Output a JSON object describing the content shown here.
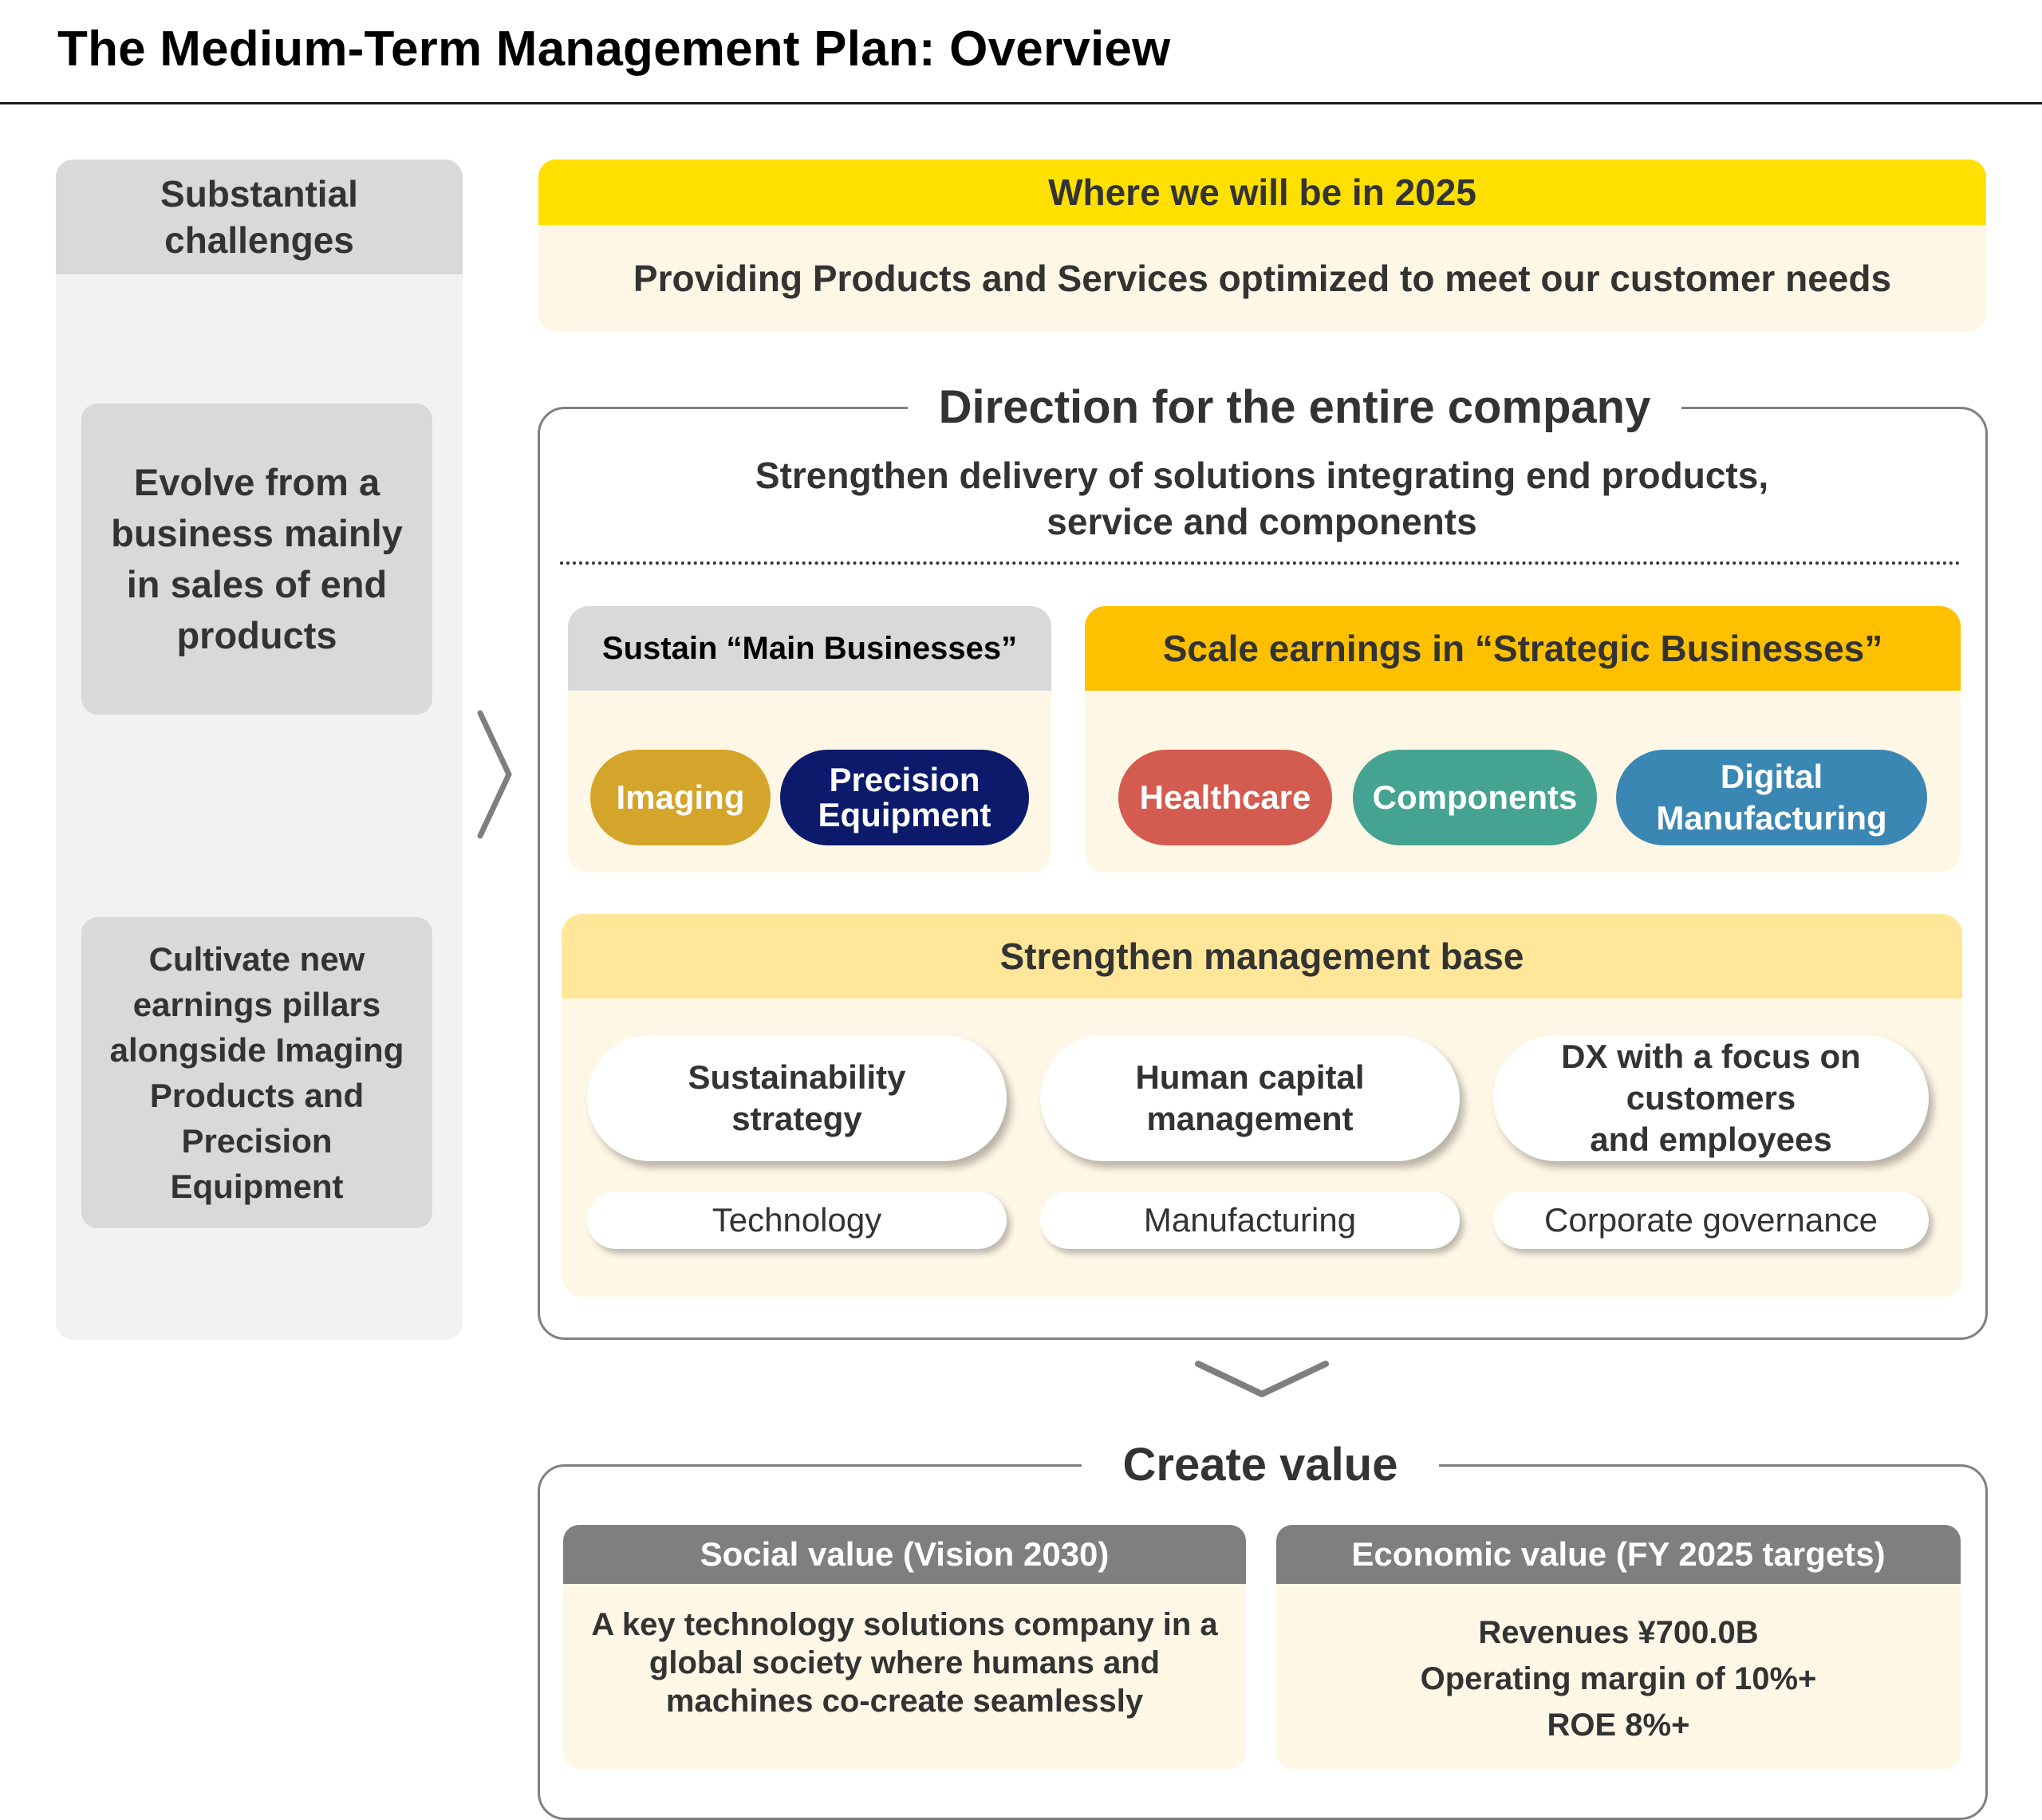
{
  "page_title": "The Medium-Term Management Plan: Overview",
  "left_column": {
    "header": [
      "Substantial",
      "challenges"
    ],
    "challenge_1": [
      "Evolve from a",
      "business mainly",
      "in sales of end",
      "products"
    ],
    "challenge_2": [
      "Cultivate new",
      "earnings pillars",
      "alongside Imaging",
      "Products and",
      "Precision",
      "Equipment"
    ]
  },
  "goal": {
    "header": "Where we will be in 2025",
    "text": "Providing Products and Services optimized to meet our customer needs"
  },
  "direction": {
    "title": "Direction for the entire company",
    "subtitle": [
      "Strengthen delivery of solutions integrating end products,",
      "service and components"
    ],
    "main_businesses": {
      "header": "Sustain “Main Businesses”",
      "items": [
        {
          "label": [
            "Imaging"
          ],
          "color": "#d4a52a"
        },
        {
          "label": [
            "Precision",
            "Equipment"
          ],
          "color": "#0b1a6b"
        }
      ]
    },
    "strategic_businesses": {
      "header": "Scale earnings in “Strategic Businesses”",
      "items": [
        {
          "label": [
            "Healthcare"
          ],
          "color": "#d45b4f"
        },
        {
          "label": [
            "Components"
          ],
          "color": "#45a391"
        },
        {
          "label": [
            "Digital",
            "Manufacturing"
          ],
          "color": "#3b87b4"
        }
      ]
    },
    "management_base": {
      "header": "Strengthen management base",
      "pillars": [
        [
          "Sustainability",
          "strategy"
        ],
        [
          "Human capital",
          "management"
        ],
        [
          "DX with a focus on",
          "customers",
          "and employees"
        ]
      ],
      "foundations": [
        "Technology",
        "Manufacturing",
        "Corporate governance"
      ]
    }
  },
  "create_value": {
    "title": "Create value",
    "social": {
      "header": "Social value (Vision 2030)",
      "text": [
        "A key technology solutions company in a",
        "global society where humans and",
        "machines co-create seamlessly"
      ]
    },
    "economic": {
      "header": "Economic value (FY 2025 targets)",
      "lines": [
        "Revenues ¥700.0B",
        "Operating margin of 10%+",
        "ROE 8%+"
      ]
    }
  },
  "colors": {
    "goal_header": "#ffe000",
    "strategic_header": "#ffc000",
    "management_header": "#ffe699",
    "card_background": "#fff7e6",
    "gray_header": "#7f7f7f",
    "arrow": "#7f7f7f"
  },
  "icons": {
    "right_arrow": "chevron-right-icon",
    "down_arrow": "chevron-down-icon"
  }
}
